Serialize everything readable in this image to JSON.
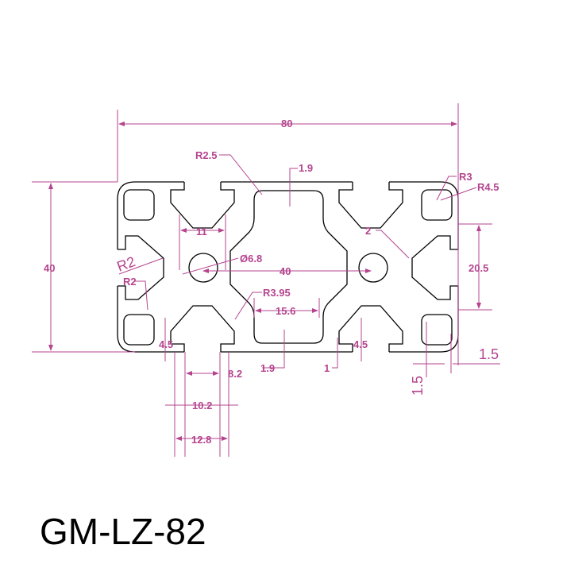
{
  "drawing": {
    "part_code": "GM-LZ-82",
    "line_color": "#b5448f",
    "dimensions": {
      "width": "80",
      "height": "40",
      "r_top": "R2.5",
      "wall_top": "1.9",
      "r3": "R3",
      "r45": "R4.5",
      "web": "2",
      "slot_span": "20.5",
      "core": "11",
      "bore": "Ø6.8",
      "r2_big": "R2",
      "r2_small": "R2",
      "center_dist": "40",
      "r395": "R3.95",
      "cavity": "15.6",
      "lip_left": "4.5",
      "lip_right": "4.5",
      "wall_bottom": "1.9",
      "lip_gap": "1",
      "slot_open": "8.2",
      "slot_mid": "10.2",
      "slot_width": "12.8",
      "side_wall_h": "1.5",
      "side_wall_v": "1.5"
    }
  }
}
